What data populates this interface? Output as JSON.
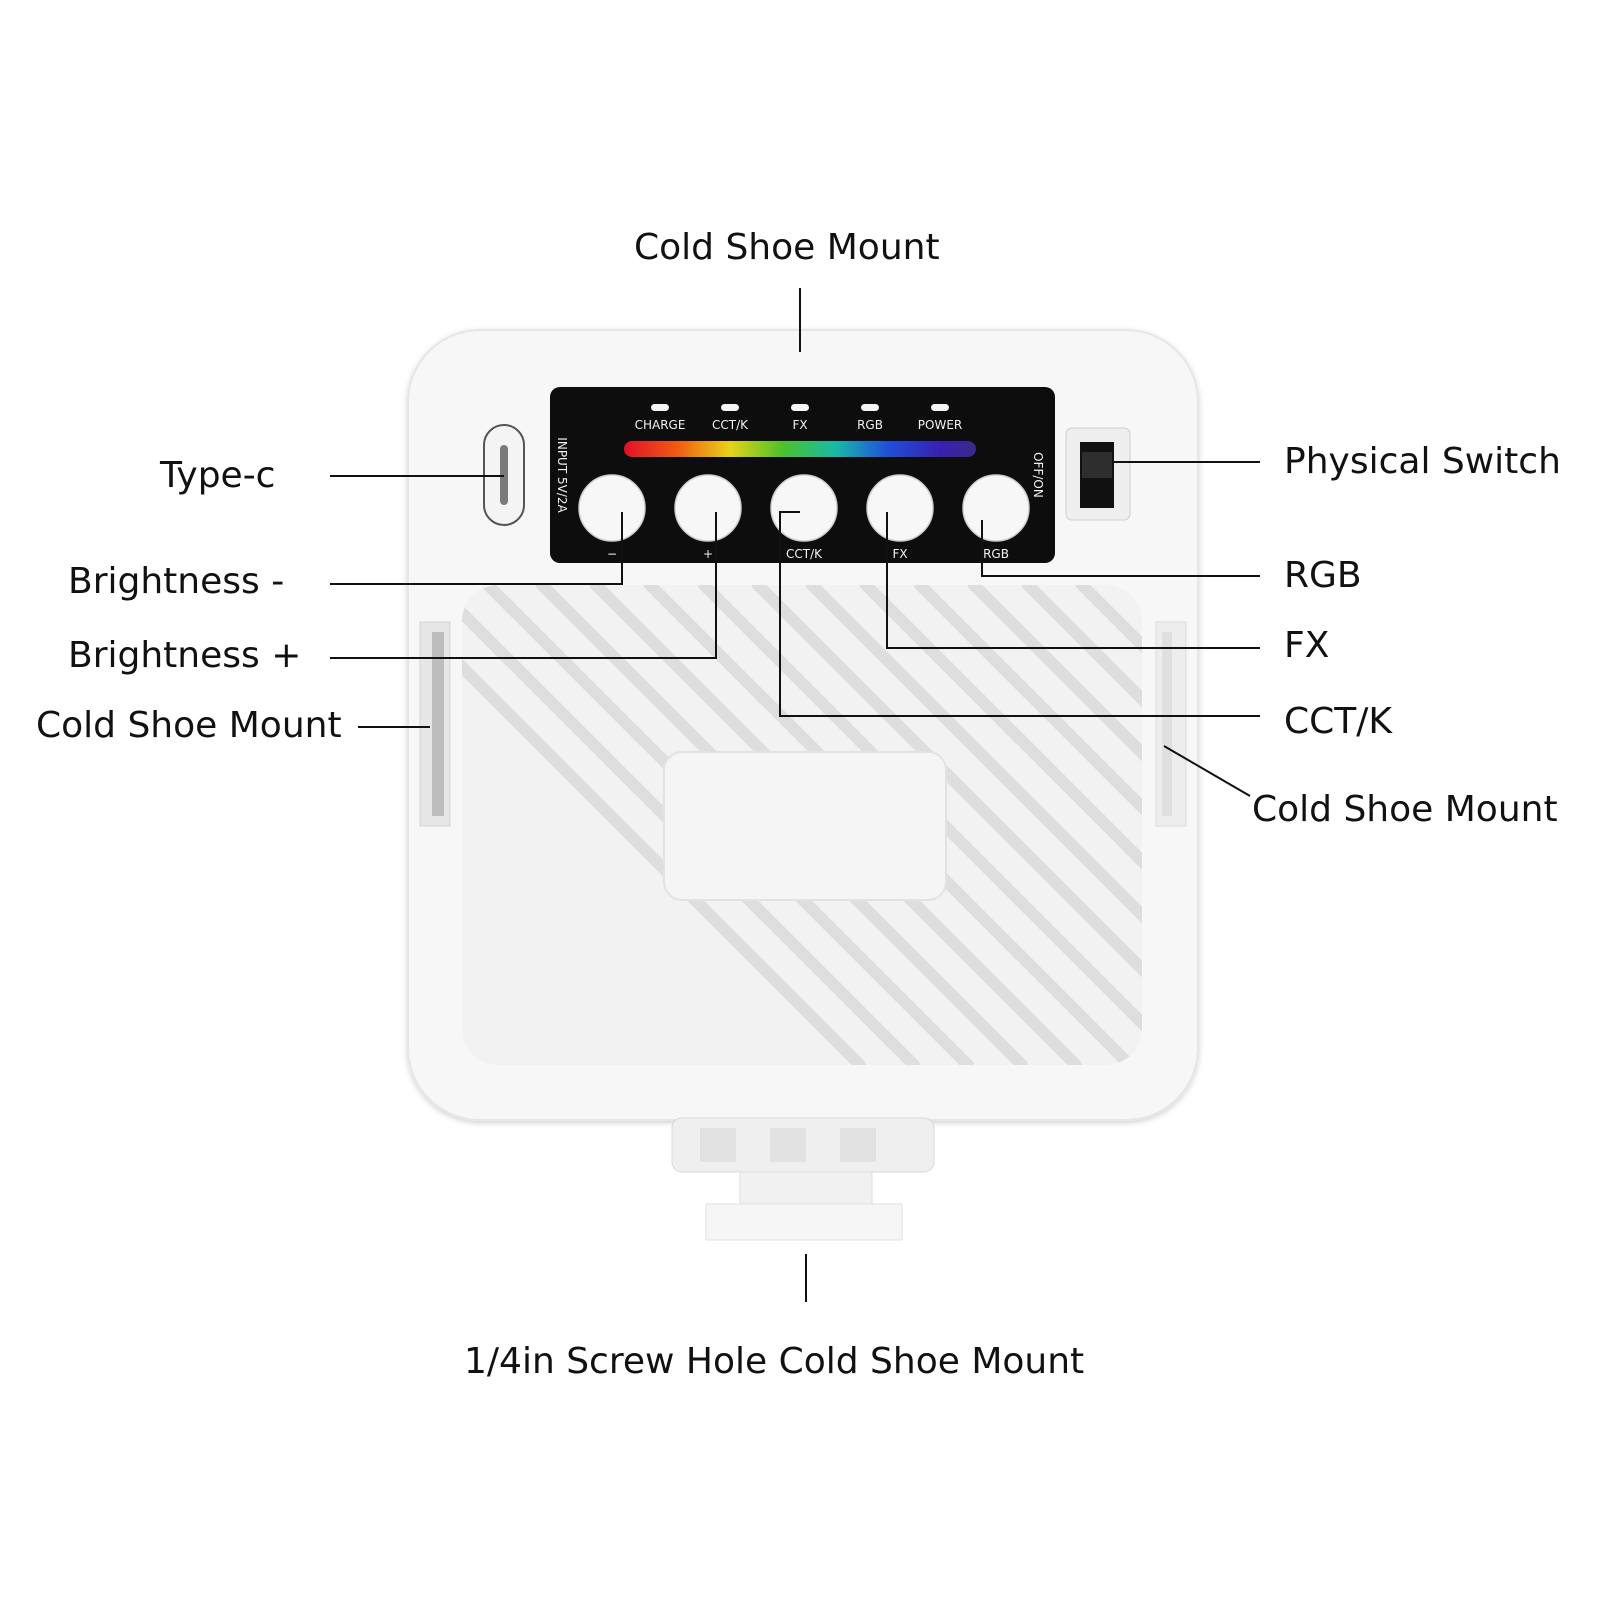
{
  "callouts": {
    "top_cold_shoe": "Cold Shoe Mount",
    "type_c": "Type-c",
    "brightness_minus": "Brightness -",
    "brightness_plus": "Brightness +",
    "left_cold_shoe": "Cold Shoe Mount",
    "physical_switch": "Physical Switch",
    "rgb": "RGB",
    "fx": "FX",
    "cct_k": "CCT/K",
    "right_cold_shoe": "Cold Shoe Mount",
    "bottom_mount": "1/4in Screw Hole Cold Shoe Mount"
  },
  "panel": {
    "indicators": [
      "CHARGE",
      "CCT/K",
      "FX",
      "RGB",
      "POWER"
    ],
    "input_label": "INPUT 5V/2A",
    "switch_label": "OFF/ON",
    "buttons": [
      "−",
      "+",
      "CCT/K",
      "FX",
      "RGB"
    ]
  },
  "colors": {
    "panel": "#0d0d0d",
    "body": "#f7f7f7",
    "accent_line": "#111111"
  }
}
